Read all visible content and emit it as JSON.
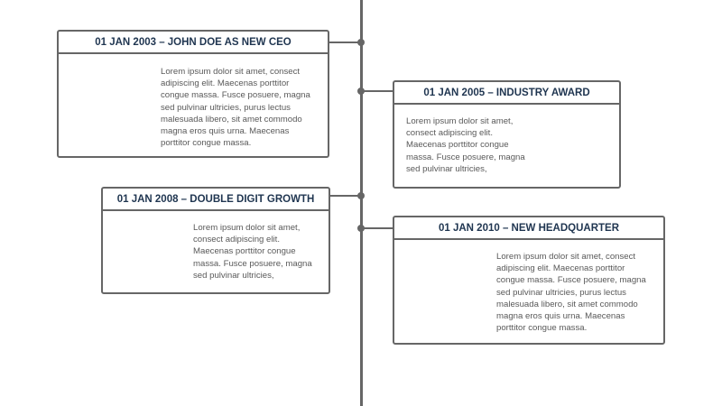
{
  "timeline": {
    "events": [
      {
        "title": "01 JAN 2003 – JOHN DOE AS NEW CEO",
        "text": "Lorem ipsum dolor sit amet, consect adipiscing elit. Maecenas porttitor congue massa. Fusce posuere, magna sed pulvinar ultricies, purus lectus malesuada libero, sit amet commodo magna eros quis urna. Maecenas porttitor congue massa."
      },
      {
        "title": "01 JAN 2005 – INDUSTRY AWARD",
        "text": "Lorem ipsum dolor sit amet, consect adipiscing elit. Maecenas porttitor congue massa. Fusce posuere, magna sed pulvinar ultricies,"
      },
      {
        "title": "01 JAN 2008 – DOUBLE DIGIT GROWTH",
        "text": "Lorem ipsum dolor sit amet, consect adipiscing elit. Maecenas porttitor congue massa. Fusce posuere, magna sed pulvinar ultricies,"
      },
      {
        "title": "01 JAN 2010 – NEW HEADQUARTER",
        "text": "Lorem ipsum dolor sit amet, consect adipiscing elit. Maecenas porttitor congue massa. Fusce posuere, magna sed pulvinar ultricies, purus lectus malesuada libero, sit amet commodo magna eros quis urna. Maecenas porttitor congue massa."
      }
    ]
  },
  "colors": {
    "line": "#666666",
    "title": "#1f3550",
    "body_text": "#595959"
  }
}
